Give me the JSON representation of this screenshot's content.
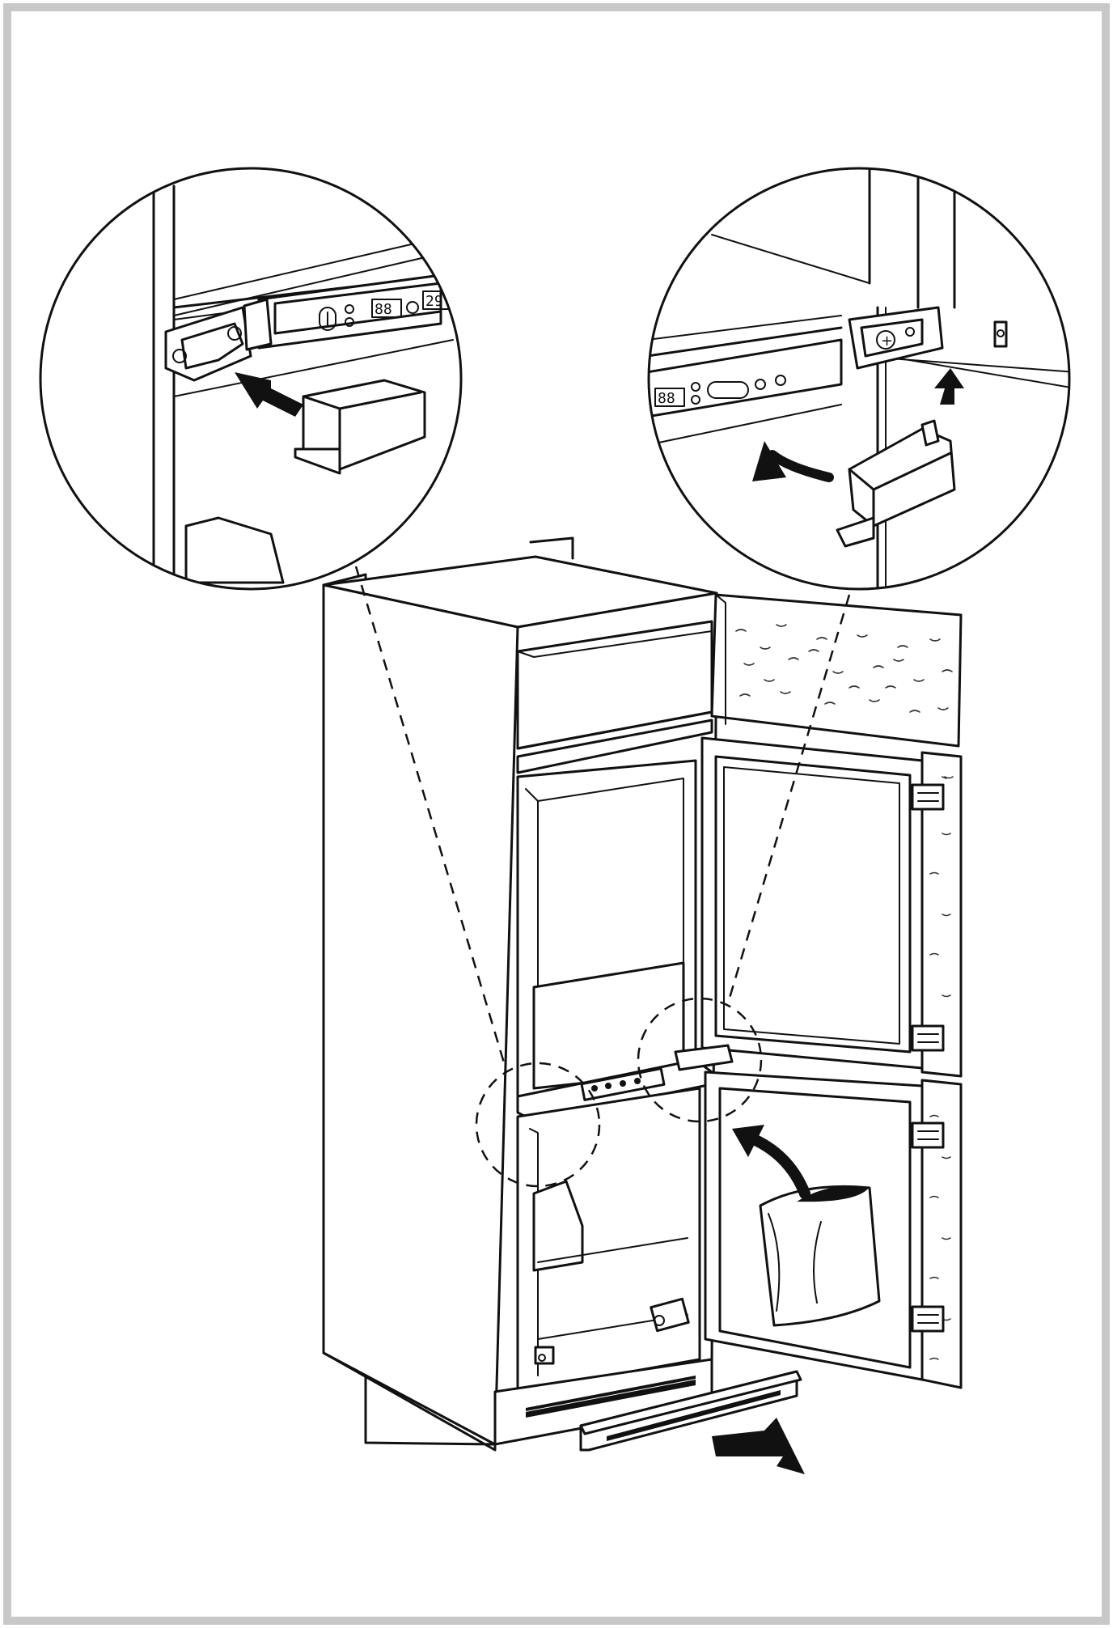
{
  "figure": {
    "kind": "installation-illustration",
    "subject": "built-in-fridge-freezer-door-hinge-cover-fitting",
    "detail_views": [
      "left-hinge-cover-detail",
      "right-hinge-cover-detail"
    ],
    "panel_display_top_left": "88",
    "panel_display_top_right": "29",
    "panel_display_right_view": "88",
    "colors": {
      "line": "#111111",
      "frame": "#c8c8c8",
      "background": "#ffffff"
    }
  }
}
